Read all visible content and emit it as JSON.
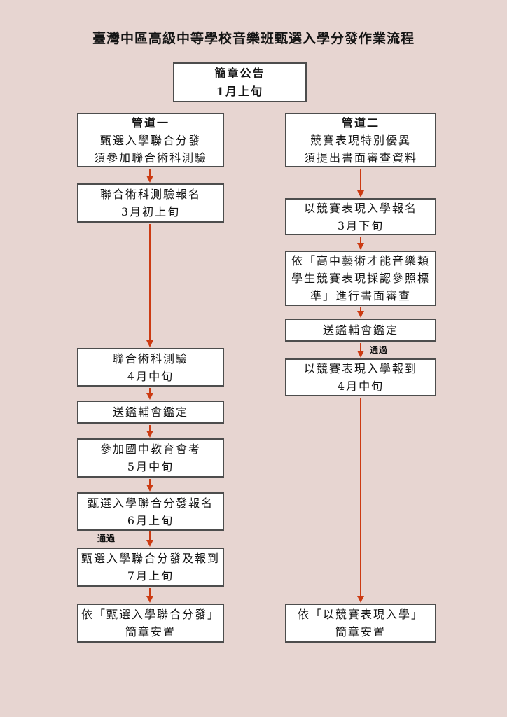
{
  "colors": {
    "background": "#e7d5d1",
    "box_fill": "#ffffff",
    "box_border": "#4d4d4d",
    "arrow": "#cc3a12",
    "text": "#141414"
  },
  "title": "臺灣中區高級中等學校音樂班甄選入學分發作業流程",
  "start_node": {
    "lines": [
      "簡章公告",
      "1月上旬"
    ]
  },
  "left_channel": {
    "pass_label": "通過",
    "nodes": [
      {
        "header": "管道一",
        "lines": [
          "甄選入學聯合分發",
          "須參加聯合術科測驗"
        ]
      },
      {
        "lines": [
          "聯合術科測驗報名",
          "3月初上旬"
        ]
      },
      {
        "lines": [
          "聯合術科測驗",
          "4月中旬"
        ]
      },
      {
        "lines": [
          "送鑑輔會鑑定"
        ]
      },
      {
        "lines": [
          "參加國中教育會考",
          "5月中旬"
        ]
      },
      {
        "lines": [
          "甄選入學聯合分發報名",
          "6月上旬"
        ]
      },
      {
        "lines": [
          "甄選入學聯合分發及報到",
          "7月上旬"
        ]
      },
      {
        "lines": [
          "依「甄選入學聯合分發」",
          "簡章安置"
        ]
      }
    ]
  },
  "right_channel": {
    "pass_label": "通過",
    "nodes": [
      {
        "header": "管道二",
        "lines": [
          "競賽表現特別優異",
          "須提出書面審查資料"
        ]
      },
      {
        "lines": [
          "以競賽表現入學報名",
          "3月下旬"
        ]
      },
      {
        "lines": [
          "依「高中藝術才能音樂類",
          "學生競賽表現採認參照標",
          "準」進行書面審查"
        ]
      },
      {
        "lines": [
          "送鑑輔會鑑定"
        ]
      },
      {
        "lines": [
          "以競賽表現入學報到",
          "4月中旬"
        ]
      },
      {
        "lines": [
          "依「以競賽表現入學」",
          "簡章安置"
        ]
      }
    ]
  }
}
